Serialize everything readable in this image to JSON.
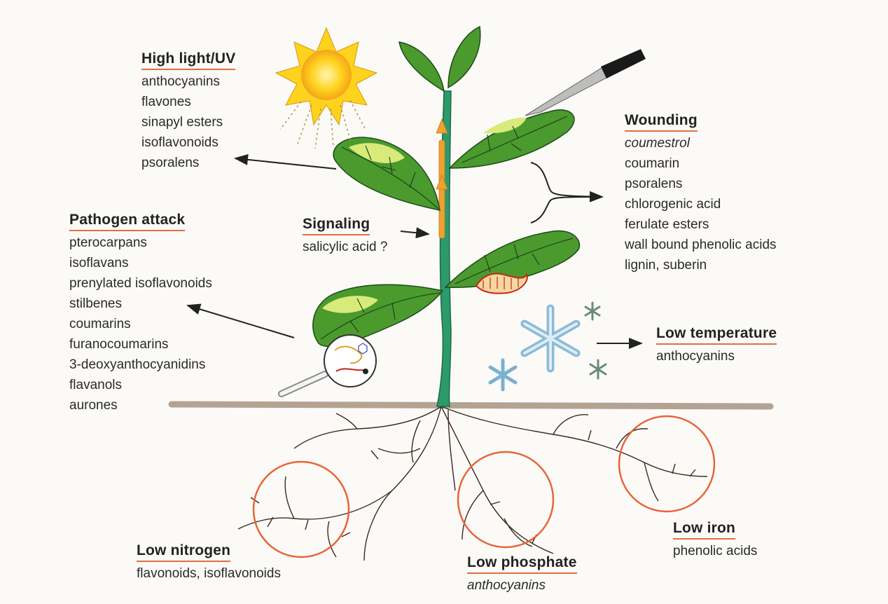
{
  "high_light": {
    "title": "High light/UV",
    "items": [
      "anthocyanins",
      "flavones",
      "sinapyl esters",
      "isoflavonoids",
      "psoralens"
    ]
  },
  "pathogen": {
    "title": "Pathogen attack",
    "items": [
      "pterocarpans",
      "isoflavans",
      "prenylated isoflavonoids",
      "stilbenes",
      "coumarins",
      "furanocoumarins",
      "3-deoxyanthocyanidins",
      "flavanols",
      "aurones"
    ]
  },
  "signaling": {
    "title": "Signaling",
    "items": [
      "salicylic acid ?"
    ]
  },
  "wounding": {
    "title": "Wounding",
    "items": [
      "coumestrol",
      "coumarin",
      "psoralens",
      "chlorogenic acid",
      "ferulate esters",
      "wall bound phenolic acids",
      "lignin, suberin"
    ]
  },
  "low_temperature": {
    "title": "Low temperature",
    "items": [
      "anthocyanins"
    ]
  },
  "low_nitrogen": {
    "title": "Low nitrogen",
    "items": [
      "flavonoids, isoflavonoids"
    ]
  },
  "low_phosphate": {
    "title": "Low phosphate",
    "items": [
      "anthocyanins"
    ]
  },
  "low_iron": {
    "title": "Low iron",
    "items": [
      "phenolic acids"
    ]
  },
  "colors": {
    "heading_underline": "#e07040",
    "leaf": "#4a9a2e",
    "stem": "#2c9a6a",
    "soil": "#b3a392",
    "root_circle": "#e8643a",
    "signal_arrow": "#f0a030"
  },
  "icons": [
    "sun-icon",
    "knife-icon",
    "caterpillar-icon",
    "magnifier-icon",
    "snowflake-icon"
  ]
}
